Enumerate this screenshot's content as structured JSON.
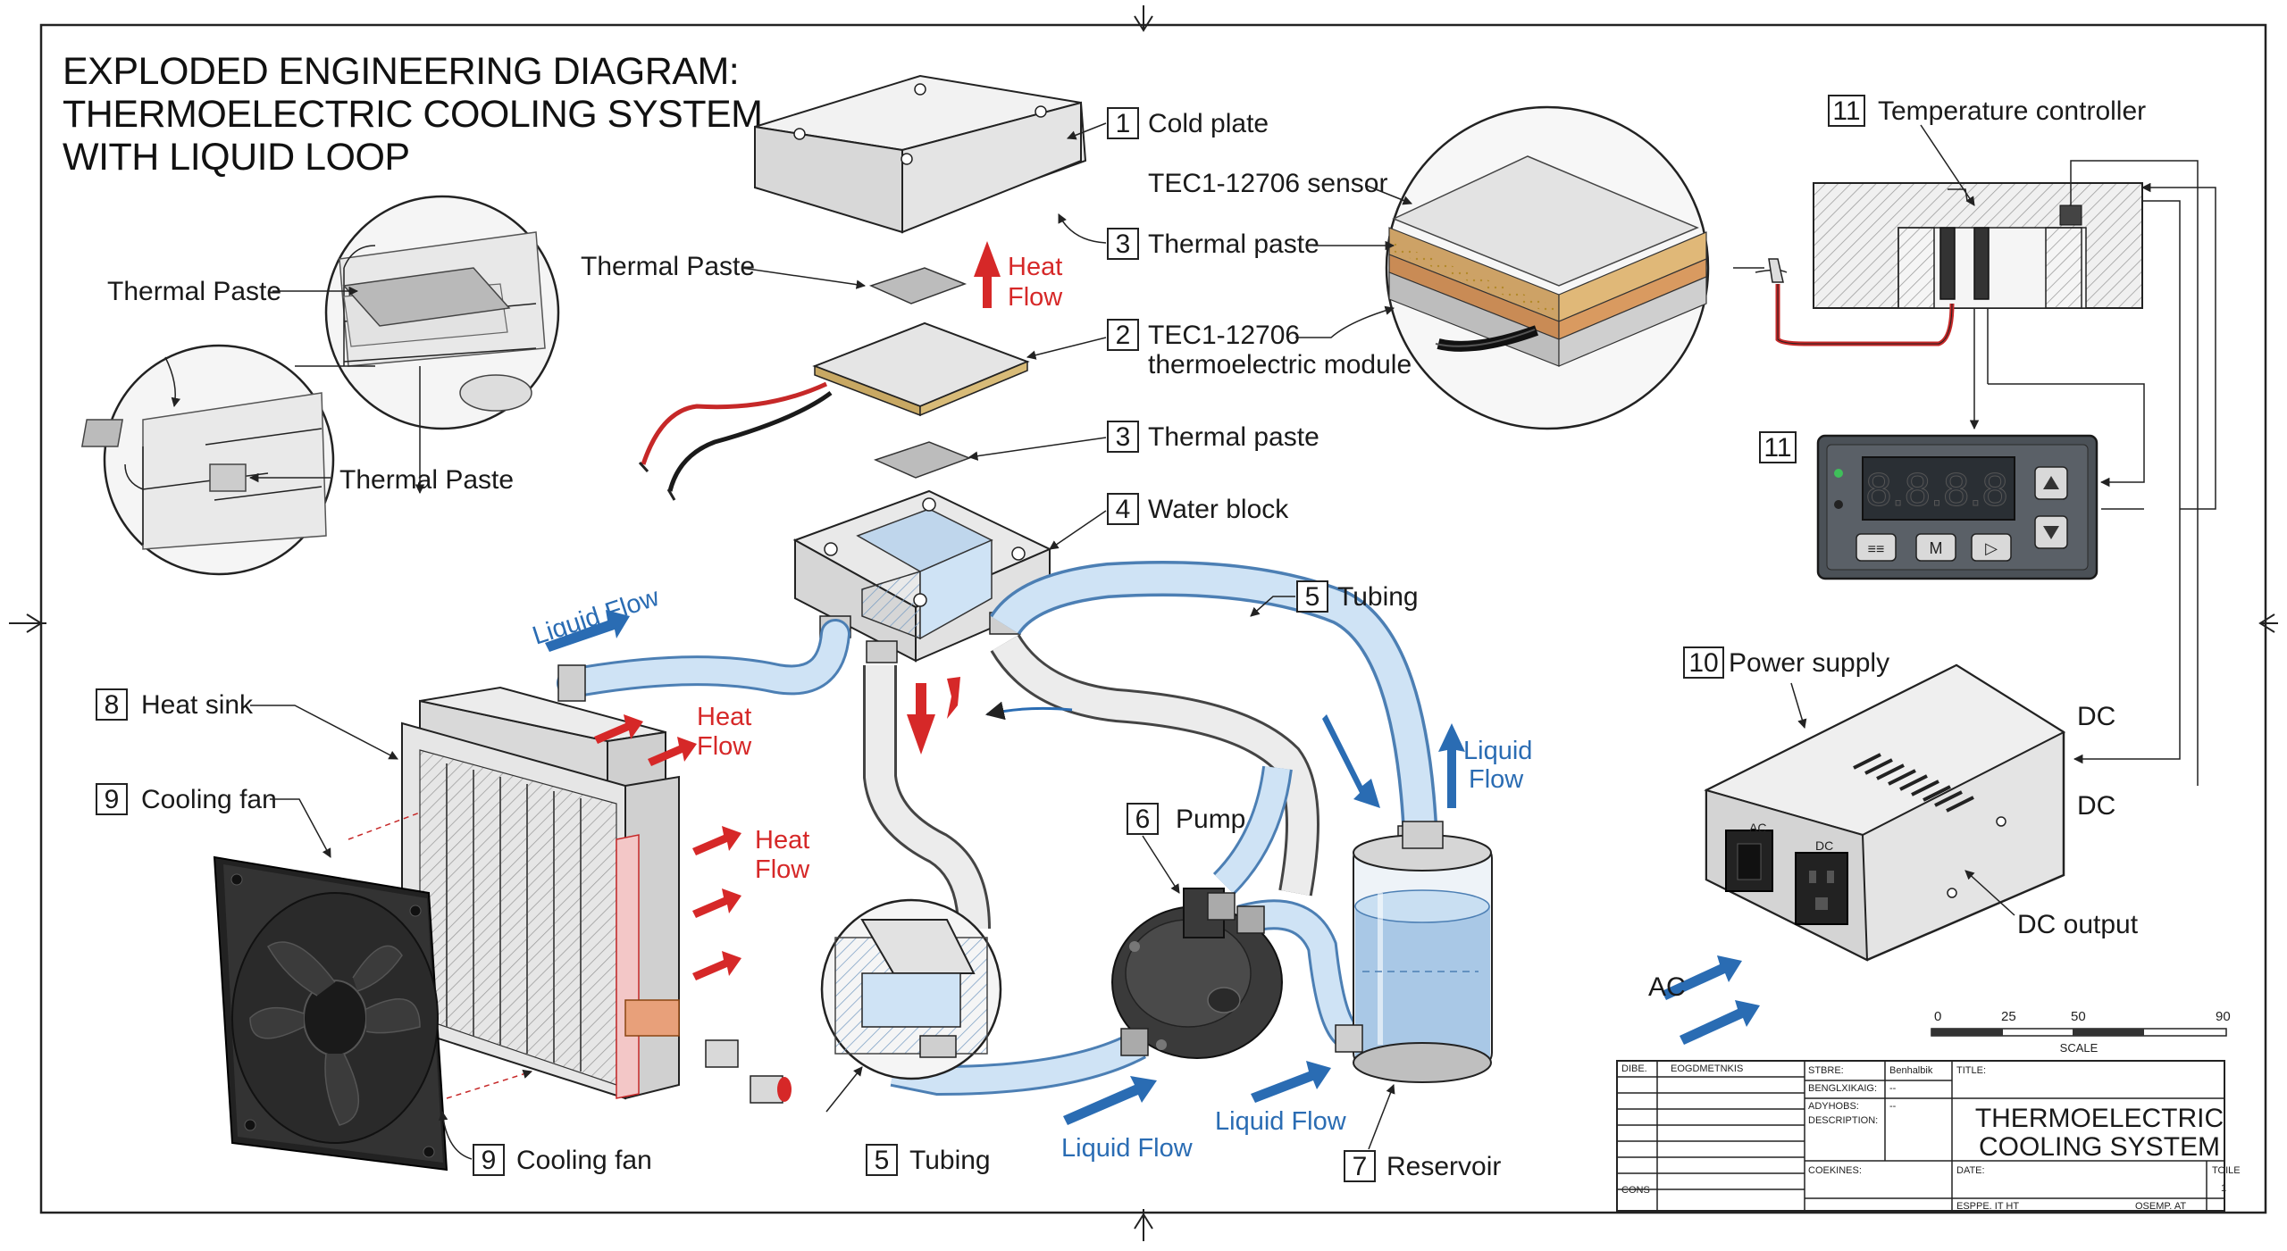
{
  "title_lines": [
    "EXPLODED ENGINEERING DIAGRAM:",
    "THERMOELECTRIC COOLING SYSTEM",
    "WITH LIQUID LOOP"
  ],
  "callouts": {
    "cold_plate": {
      "num": "1",
      "text": "Cold plate"
    },
    "tec_sensor": {
      "text": "TEC1-12706 sensor"
    },
    "thermal_paste_top": {
      "num": "3",
      "text": "Thermal paste"
    },
    "tec_module": {
      "num": "2",
      "text": "TEC1-12706",
      "text2": "thermoelectric module"
    },
    "thermal_paste_bottom": {
      "num": "3",
      "text": "Thermal paste"
    },
    "water_block": {
      "num": "4",
      "text": "Water block"
    },
    "tubing_top": {
      "num": "5",
      "text": "Tubing"
    },
    "tubing_bottom": {
      "num": "5",
      "text": "Tubing"
    },
    "pump": {
      "num": "6",
      "text": "Pump"
    },
    "reservoir": {
      "num": "7",
      "text": "Reservoir"
    },
    "heat_sink": {
      "num": "8",
      "text": "Heat sink"
    },
    "cooling_fan_left": {
      "num": "9",
      "text": "Cooling fan"
    },
    "cooling_fan_bottom": {
      "num": "9",
      "text": "Cooling fan"
    },
    "power_supply": {
      "num": "10",
      "text": "Power supply"
    },
    "temp_controller": {
      "num": "11",
      "text": "Temperature controller"
    },
    "controller_unit": {
      "num": "11"
    }
  },
  "thermal_paste_labels": [
    "Thermal Paste",
    "Thermal Paste",
    "Thermal Paste"
  ],
  "heat_flow": {
    "line1": "Heat",
    "line2": "Flow"
  },
  "liquid_flow": {
    "line1": "Liquid",
    "line2": "Flow",
    "inline": "Liquid Flow"
  },
  "power": {
    "dc1": "DC",
    "dc2": "DC",
    "ac": "AC",
    "dc_output": "DC output",
    "ac_port": "AC",
    "dc_port": "DC"
  },
  "controller_buttons": [
    "≡≡",
    "M",
    "▷"
  ],
  "controller_display": "8.8.8.8",
  "scale": {
    "ticks": [
      "0",
      "25",
      "50",
      "90"
    ],
    "label": "SCALE"
  },
  "title_block": {
    "c1r1": "DIBE.",
    "c2r1": "EOGDMETNKIS",
    "c3r1": "STBRE:",
    "c4r1": "Benhalbik",
    "c3r2": "BENGLXIKAIG:",
    "c4r2": "--",
    "c3r3": "ADYHOBS:",
    "c4r3": "--",
    "c3r4": "DESCRIPTION:",
    "c3r5": "COEKINES:",
    "cons": "CONS",
    "title_label": "TITLE:",
    "title_line1": "THERMOELECTRIC",
    "title_line2": "COOLING SYSTEM",
    "date_label": "DATE:",
    "toile_label": "TOILE",
    "toile_value": "1",
    "footer_left": "ESPPE. IT HT",
    "footer_right": "OSEMP. AT"
  },
  "colors": {
    "heat": "#d62828",
    "flow": "#2a6cb3",
    "tube_fill": "#cfe3f5",
    "tube_stroke": "#4c7fb4"
  }
}
